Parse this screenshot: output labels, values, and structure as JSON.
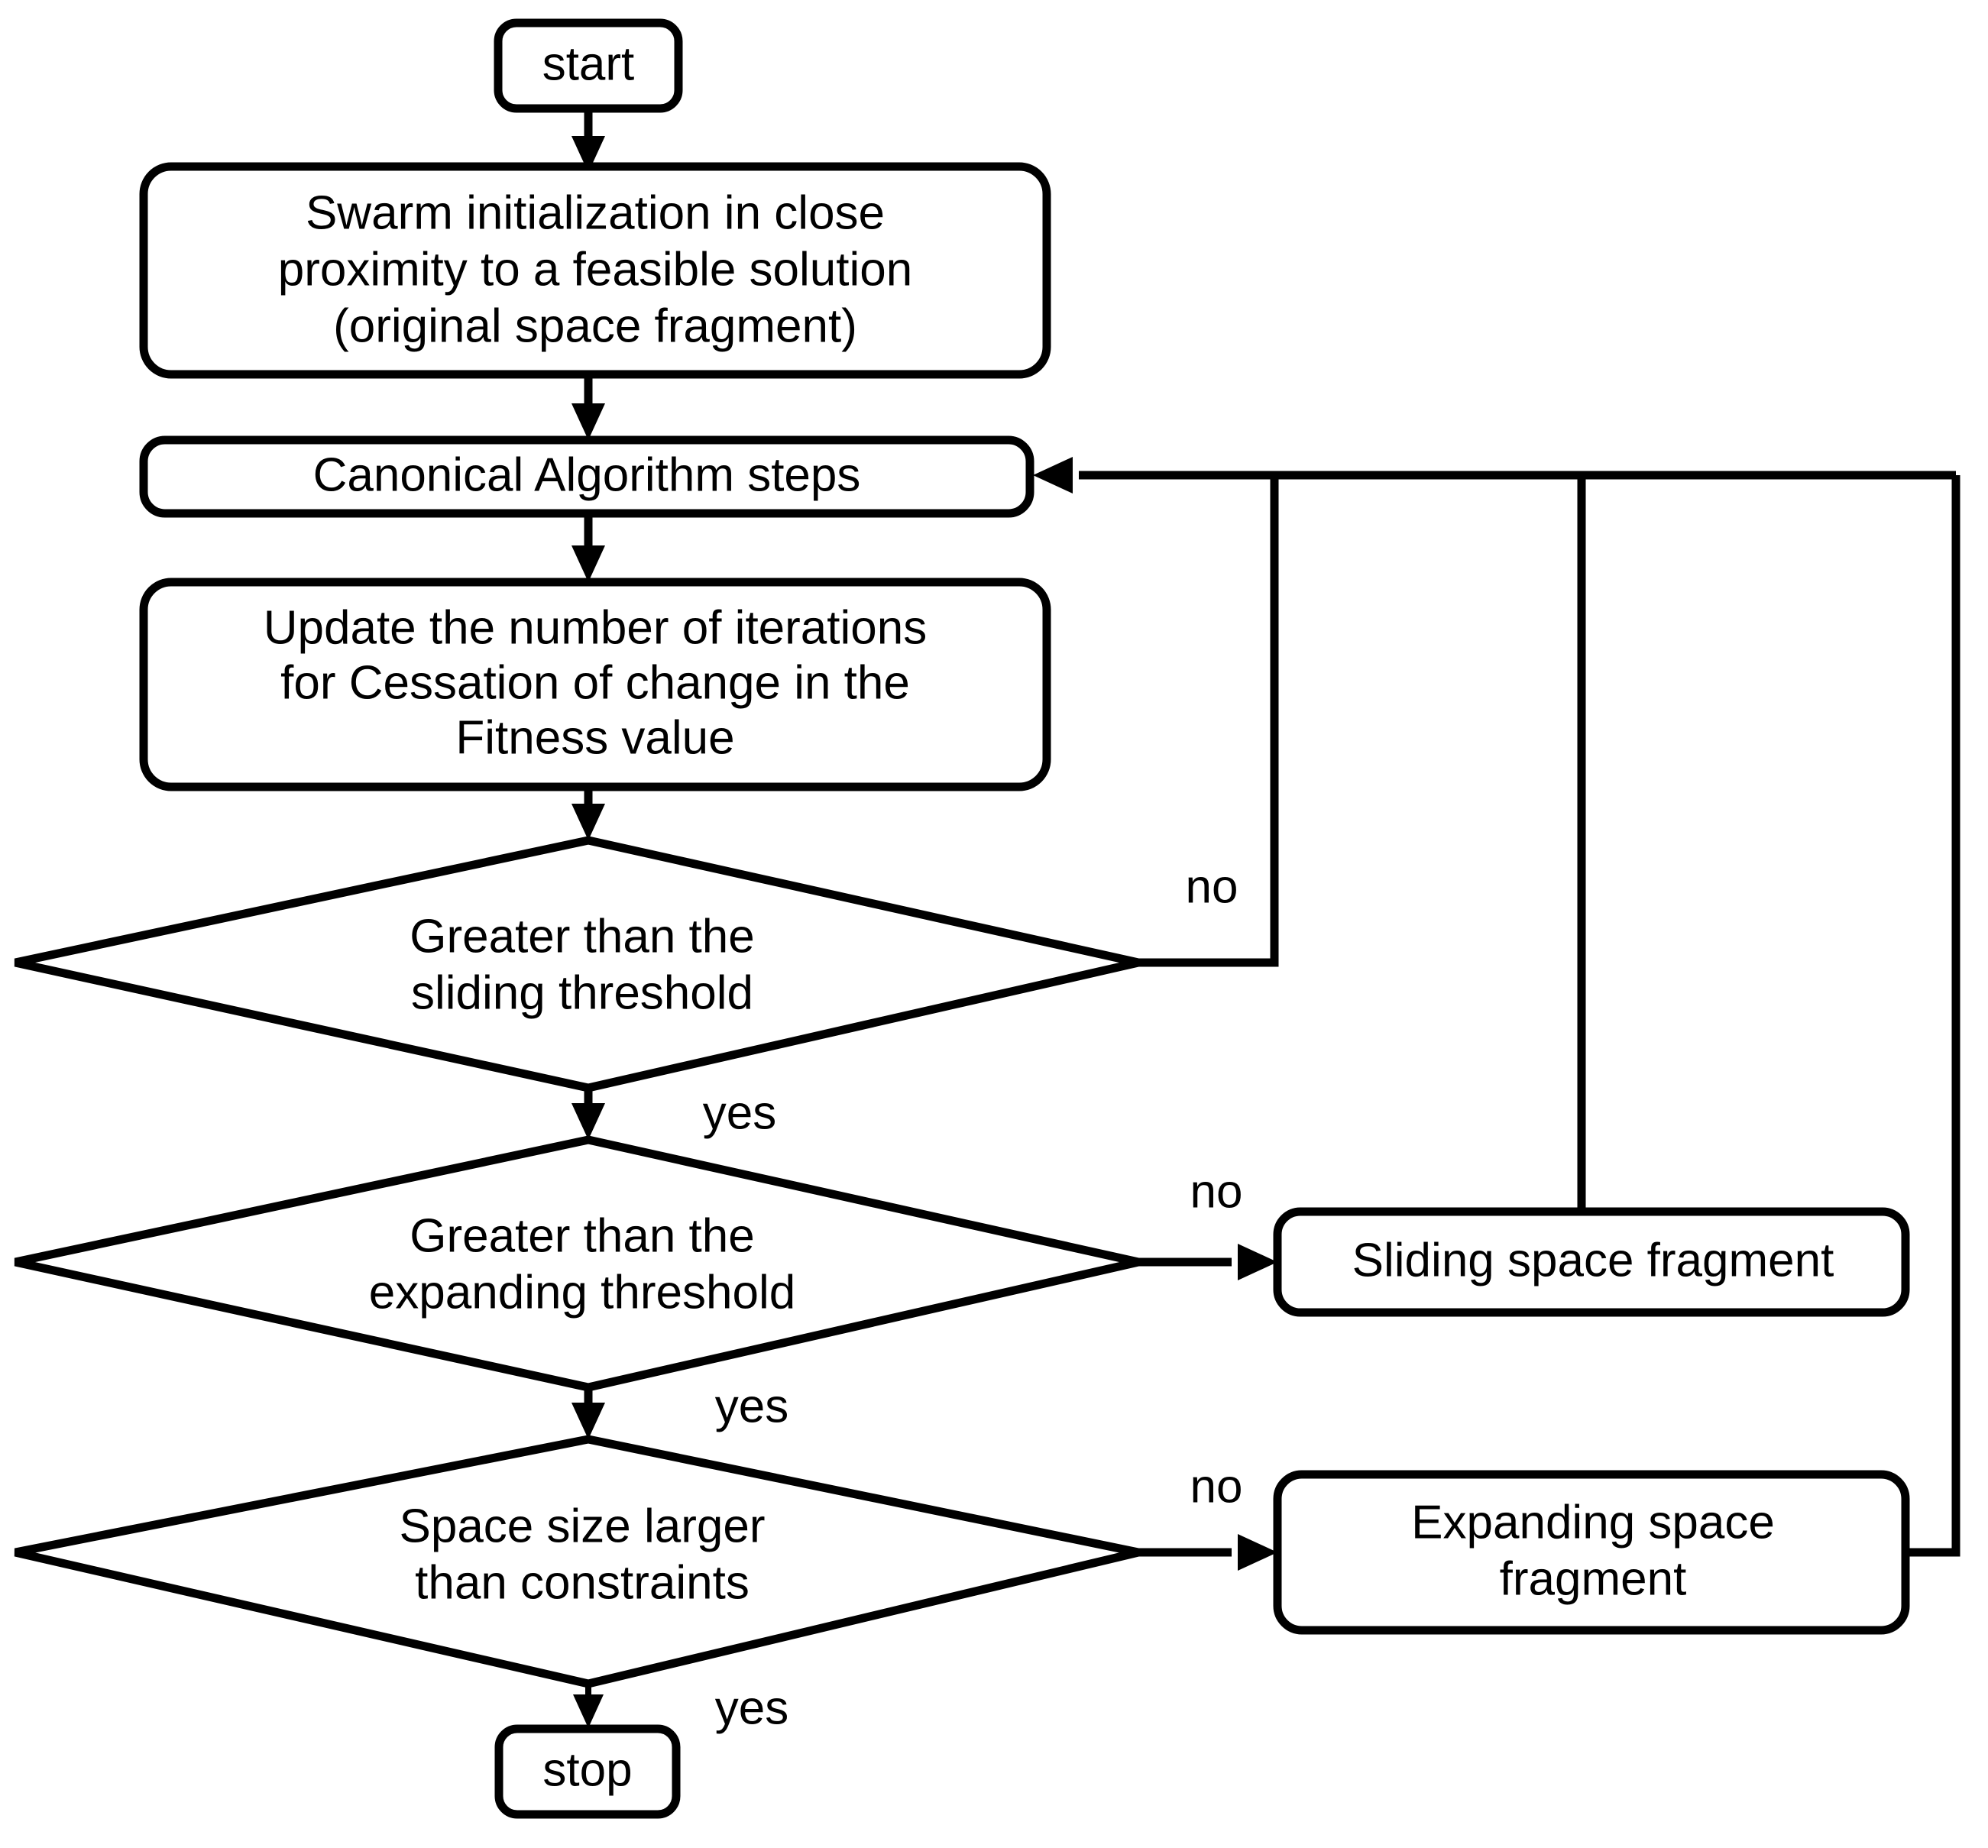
{
  "diagram": {
    "type": "flowchart",
    "title": "Swarm optimization space fragment adaptation flowchart",
    "orientation": "top-to-bottom",
    "stroke_color": "#000000",
    "fill_color": "#ffffff",
    "background_color": "#ffffff"
  },
  "nodes": {
    "start": {
      "id": "start",
      "shape": "rounded-rectangle",
      "label": "start"
    },
    "swarm_init": {
      "id": "swarm_init",
      "shape": "rounded-rectangle",
      "line1": "Swarm initialization in close",
      "line2": "proximity to a feasible solution",
      "line3": "(original space fragment)"
    },
    "canonical": {
      "id": "canonical",
      "shape": "rounded-rectangle",
      "label": "Canonical Algorithm steps"
    },
    "update_iterations": {
      "id": "update_iterations",
      "shape": "rounded-rectangle",
      "line1": "Update the number of iterations",
      "line2": "for Cessation of change in the",
      "line3": "Fitness value"
    },
    "decision_sliding": {
      "id": "decision_sliding",
      "shape": "diamond",
      "line1": "Greater than the",
      "line2": "sliding threshold"
    },
    "decision_expanding": {
      "id": "decision_expanding",
      "shape": "diamond",
      "line1": "Greater than the",
      "line2": "expanding threshold"
    },
    "decision_space_size": {
      "id": "decision_space_size",
      "shape": "diamond",
      "line1": "Space size larger",
      "line2": "than constraints"
    },
    "sliding_fragment": {
      "id": "sliding_fragment",
      "shape": "rounded-rectangle",
      "label": "Sliding space fragment"
    },
    "expanding_fragment": {
      "id": "expanding_fragment",
      "shape": "rounded-rectangle",
      "line1": "Expanding space",
      "line2": "fragment"
    },
    "stop": {
      "id": "stop",
      "shape": "rounded-rectangle",
      "label": "stop"
    }
  },
  "edge_labels": {
    "no_sliding": "no",
    "yes_sliding": "yes",
    "no_expanding": "no",
    "yes_expanding": "yes",
    "no_space_size": "no",
    "yes_space_size": "yes"
  },
  "edges": [
    {
      "from": "start",
      "to": "swarm_init",
      "label": ""
    },
    {
      "from": "swarm_init",
      "to": "canonical",
      "label": ""
    },
    {
      "from": "canonical",
      "to": "update_iterations",
      "label": ""
    },
    {
      "from": "update_iterations",
      "to": "decision_sliding",
      "label": ""
    },
    {
      "from": "decision_sliding",
      "to": "canonical",
      "label": "no"
    },
    {
      "from": "decision_sliding",
      "to": "decision_expanding",
      "label": "yes"
    },
    {
      "from": "decision_expanding",
      "to": "sliding_fragment",
      "label": "no"
    },
    {
      "from": "decision_expanding",
      "to": "decision_space_size",
      "label": "yes"
    },
    {
      "from": "sliding_fragment",
      "to": "canonical",
      "label": ""
    },
    {
      "from": "decision_space_size",
      "to": "expanding_fragment",
      "label": "no"
    },
    {
      "from": "decision_space_size",
      "to": "stop",
      "label": "yes"
    },
    {
      "from": "expanding_fragment",
      "to": "canonical",
      "label": ""
    }
  ]
}
